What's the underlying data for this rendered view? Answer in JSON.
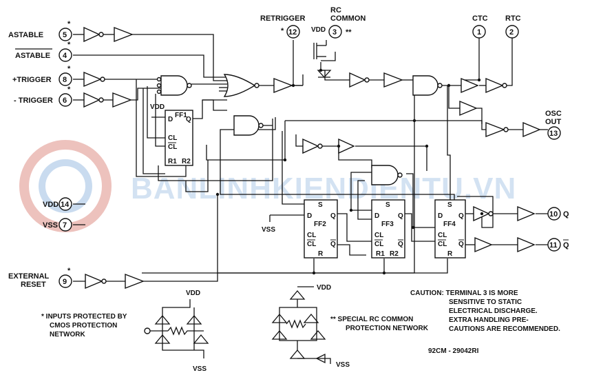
{
  "pins": {
    "astable": {
      "label": "ASTABLE",
      "num": "5"
    },
    "astable_n": {
      "label": "ASTABLE",
      "num": "4"
    },
    "ptrigger": {
      "label": "+TRIGGER",
      "num": "8"
    },
    "ntrigger": {
      "label": "- TRIGGER",
      "num": "6"
    },
    "retrigger": {
      "label": "RETRIGGER",
      "num": "12"
    },
    "rc_common": {
      "label_line1": "RC",
      "label_line2": "COMMON",
      "num": "3"
    },
    "ctc": {
      "label": "CTC",
      "num": "1"
    },
    "rtc": {
      "label": "RTC",
      "num": "2"
    },
    "osc_out": {
      "label_line1": "OSC",
      "label_line2": "OUT",
      "num": "13"
    },
    "vdd": {
      "label": "VDD",
      "num": "14"
    },
    "vss": {
      "label": "VSS",
      "num": "7"
    },
    "q": {
      "label": "Q",
      "num": "10"
    },
    "qbar": {
      "label": "Q",
      "num": "11"
    },
    "ext_reset": {
      "label_line1": "EXTERNAL",
      "label_line2": "RESET",
      "num": "9"
    }
  },
  "marks": {
    "star": "*",
    "double_star": "**"
  },
  "supplies": {
    "vdd": "VDD",
    "vss": "VSS"
  },
  "flipflops": {
    "ff1": {
      "name": "FF1",
      "d": "D",
      "q": "Q",
      "cl": "CL",
      "clbar": "CL",
      "r1": "R1",
      "r2": "R2"
    },
    "ff2": {
      "name": "FF2",
      "s": "S",
      "d": "D",
      "q": "Q",
      "cl": "CL",
      "clbar": "CL",
      "qbar": "Q",
      "r": "R"
    },
    "ff3": {
      "name": "FF3",
      "s": "S",
      "d": "D",
      "q": "Q",
      "cl": "CL",
      "clbar": "CL",
      "qbar": "Q",
      "r1": "R1",
      "r2": "R2"
    },
    "ff4": {
      "name": "FF4",
      "s": "S",
      "d": "D",
      "q": "Q",
      "cl": "CL",
      "clbar": "CL",
      "qbar": "Q",
      "r": "R"
    }
  },
  "notes": {
    "inputs_protected": [
      "* INPUTS PROTECTED BY",
      "CMOS PROTECTION",
      "NETWORK"
    ],
    "special_rc": [
      "** SPECIAL RC COMMON",
      "PROTECTION NETWORK"
    ],
    "caution": [
      "CAUTION: TERMINAL 3 IS MORE",
      "SENSITIVE TO STATIC",
      "ELECTRICAL DISCHARGE.",
      "EXTRA HANDLING PRE-",
      "CAUTIONS ARE RECOMMENDED."
    ],
    "code": "92CM - 29042RI"
  },
  "watermark": "BANLINHKIENDIENTU.VN"
}
